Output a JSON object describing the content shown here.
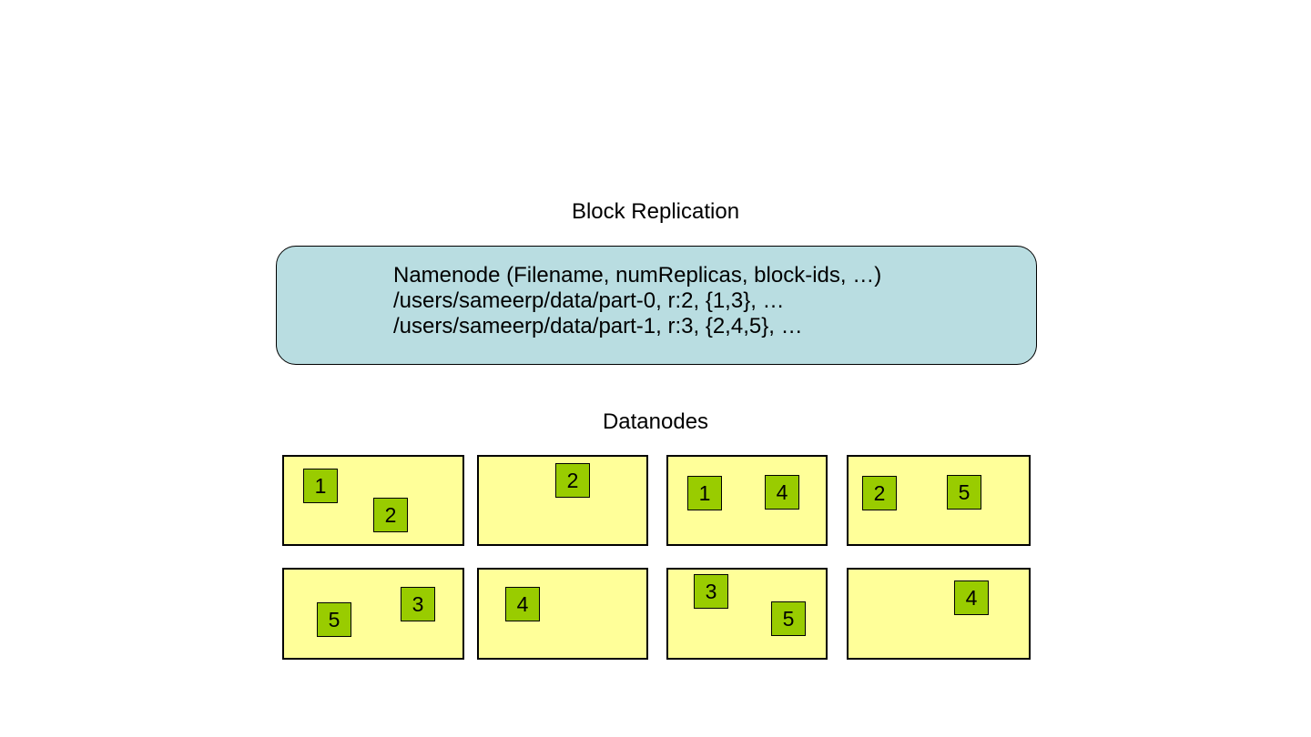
{
  "diagram": {
    "title": "Block Replication",
    "namenode": {
      "lines": [
        "Namenode (Filename, numReplicas, block-ids, …)",
        "/users/sameerp/data/part-0, r:2, {1,3}, …",
        "/users/sameerp/data/part-1, r:3, {2,4,5}, …"
      ]
    },
    "datanodes_label": "Datanodes",
    "datanodes": [
      {
        "blocks": [
          "1",
          "2"
        ]
      },
      {
        "blocks": [
          "2"
        ]
      },
      {
        "blocks": [
          "1",
          "4"
        ]
      },
      {
        "blocks": [
          "2",
          "5"
        ]
      },
      {
        "blocks": [
          "5",
          "3"
        ]
      },
      {
        "blocks": [
          "4"
        ]
      },
      {
        "blocks": [
          "3",
          "5"
        ]
      },
      {
        "blocks": [
          "4"
        ]
      }
    ],
    "colors": {
      "namenode_fill": "#b9dde1",
      "datanode_fill": "#ffff99",
      "block_fill": "#99cc00",
      "border": "#000000",
      "text": "#000000"
    }
  }
}
